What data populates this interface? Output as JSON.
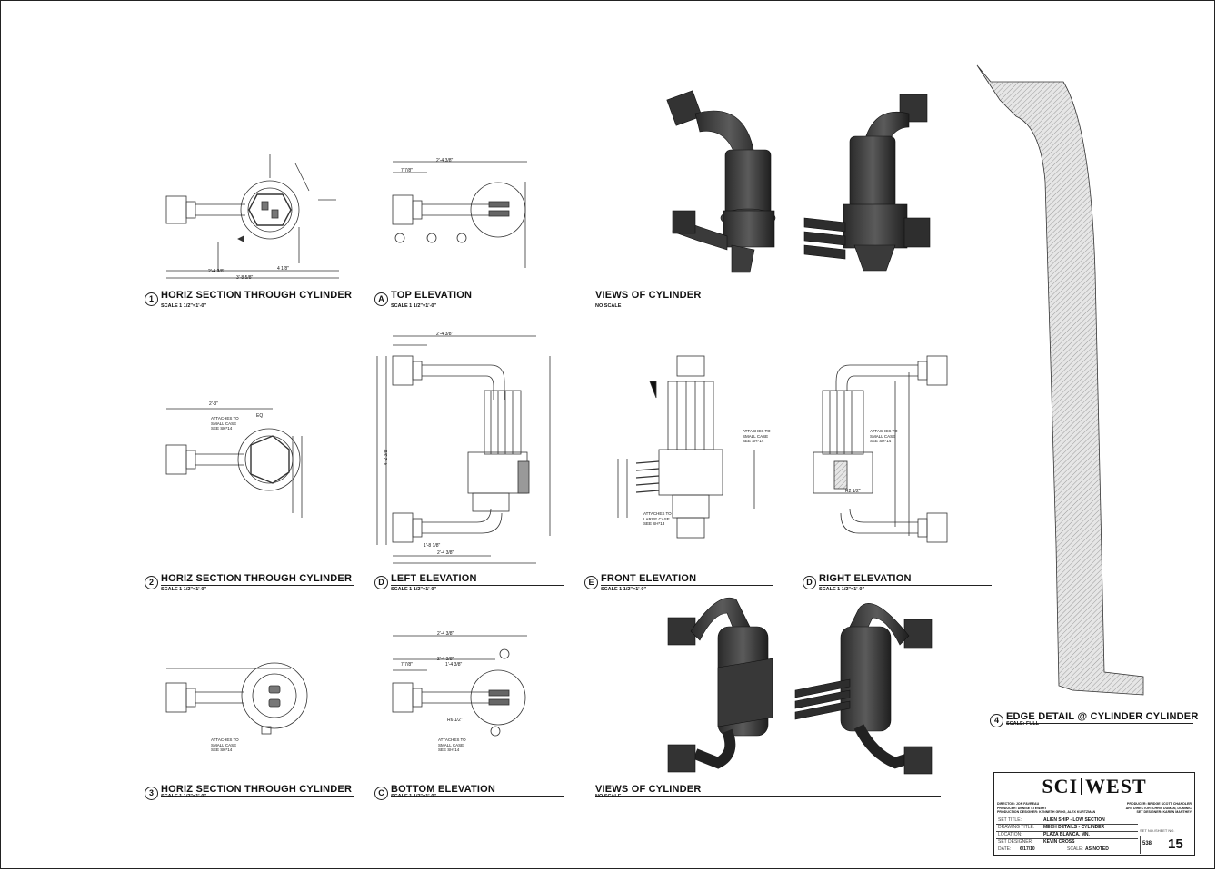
{
  "sheet": {
    "details": [
      {
        "num": "1",
        "title": "HORIZ SECTION THROUGH CYLINDER",
        "scale": "SCALE 1 1/2\"=1'-0\""
      },
      {
        "num": "A",
        "title": "TOP ELEVATION",
        "scale": "SCALE 1 1/2\"=1'-0\""
      },
      {
        "num": "",
        "title": "VIEWS OF CYLINDER",
        "scale": "NO SCALE"
      },
      {
        "num": "2",
        "title": "HORIZ SECTION THROUGH CYLINDER",
        "scale": "SCALE 1 1/2\"=1'-0\""
      },
      {
        "num": "D",
        "title": "LEFT ELEVATION",
        "scale": "SCALE 1 1/2\"=1'-0\""
      },
      {
        "num": "E",
        "title": "FRONT ELEVATION",
        "scale": "SCALE 1 1/2\"=1'-0\""
      },
      {
        "num": "D",
        "title": "RIGHT ELEVATION",
        "scale": "SCALE 1 1/2\"=1'-0\""
      },
      {
        "num": "3",
        "title": "HORIZ SECTION THROUGH CYLINDER",
        "scale": "SCALE 1 1/2\"=1'-0\""
      },
      {
        "num": "C",
        "title": "BOTTOM ELEVATION",
        "scale": "SCALE 1 1/2\"=1'-0\""
      },
      {
        "num": "",
        "title": "VIEWS OF CYLINDER",
        "scale": "NO SCALE"
      },
      {
        "num": "4",
        "title": "EDGE DETAIL @ CYLINDER CYLINDER",
        "scale": "SCALE: FULL"
      }
    ],
    "notes": {
      "attaches_small_case": [
        "ATTACHES TO",
        "SMALL CASE",
        "SEE SH*14"
      ],
      "attaches_large_case": [
        "ATTACHES TO",
        "LARGE CASE",
        "SEE SH*13"
      ],
      "dims": {
        "d1": "2'-4 3/8\"",
        "d2": "3'-8 5/8\"",
        "d3": "4 1/8\"",
        "d4": "2'-4 3/8\"",
        "d5": "7 7/8\"",
        "d6": "2'-3\"",
        "d7": "2'-4 3/8\"",
        "d8": "1'-8 1/8\"",
        "d9": "2'-4 3/8\"",
        "d10": "2'-4 3/8\"",
        "d11": "7 7/8\"",
        "d12": "1'-4 3/8\"",
        "d13": "R6 1/2\"",
        "d14": "R2 1/2\"",
        "d15": "EQ",
        "d16": "2'-4 3/8\"",
        "d17": "4'-2 3/8\""
      }
    }
  },
  "title_block": {
    "logo_left": "SCI",
    "logo_right": "WEST",
    "credits_left": [
      "DIRECTOR: JON FAVREAU",
      "PRODUCER: DENISE STEWART",
      "PRODUCTION DESIGNER: KENNETH GROG, ALEX KURTZMAN"
    ],
    "credits_right": [
      "PRODUCER: BRIDGE SCOTT CHANDLER",
      "ART DIRECTOR: CHRIS DUMAN, DOMINIC",
      "SET DESIGNER: KAREN MANTHEY"
    ],
    "rows": [
      {
        "key": "SET TITLE:",
        "value": "ALIEN SHIP - LOW SECTION"
      },
      {
        "key": "DRAWING TITLE:",
        "value": "MECH DETAILS - CYLINDER"
      },
      {
        "key": "LOCATION:",
        "value": "PLAZA BLANCA, MN."
      },
      {
        "key": "SET DESIGNER:",
        "value": "KEVIN CROSS"
      },
      {
        "key": "DATE:",
        "value": "6/17/10"
      }
    ],
    "scale_key": "SCALE:",
    "scale_value": "AS NOTED",
    "set_no_label": "SET NO./SHEET NO.",
    "set_no": "538",
    "sheet_no": "15"
  }
}
